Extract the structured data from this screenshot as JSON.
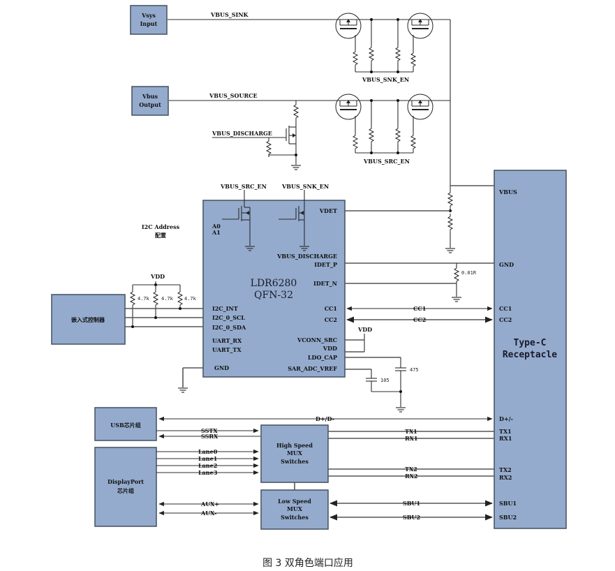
{
  "figure": {
    "caption": "图 3 双角色端口应用"
  },
  "blocks": {
    "vsys_input": [
      "Vsys",
      "Input"
    ],
    "vbus_output": [
      "Vbus",
      "Output"
    ],
    "chip": {
      "name": "LDR6280",
      "package": "QFN-32"
    },
    "controller": "嵌入式控制器",
    "usb_chipset": "USB芯片组",
    "dp_chipset": [
      "DisplayPort",
      "芯片组"
    ],
    "hs_mux": [
      "High Speed",
      "MUX",
      "Switches"
    ],
    "ls_mux": [
      "Low Speed",
      "MUX",
      "Switches"
    ],
    "typec": [
      "Type-C",
      "Receptacle"
    ]
  },
  "nets": {
    "vbus_sink": "VBUS_SINK",
    "vbus_source": "VBUS_SOURCE",
    "vbus_discharge": "VBUS_DISCHARGE",
    "vbus_snk_en": "VBUS_SNK_EN",
    "vbus_src_en": "VBUS_SRC_EN",
    "vdd": "VDD",
    "i2c_addr": [
      "I2C Address",
      "配置"
    ],
    "cc1": "CC1",
    "cc2": "CC2",
    "dpdm": "D+/D-",
    "sstx": "SSTX",
    "ssrx": "SSRX",
    "lanes": [
      "Lane0",
      "Lane1",
      "Lane2",
      "Lane3"
    ],
    "aux_p": "AUX+",
    "aux_n": "AUX-",
    "tx1": "TX1",
    "rx1": "RX1",
    "tx2": "TX2",
    "rx2": "RX2",
    "sbu1": "SBU1",
    "sbu2": "SBU2"
  },
  "chip_pins": {
    "left": [
      "A0",
      "A1",
      "I2C_INT",
      "I2C_0_SCL",
      "I2C_0_SDA",
      "UART_RX",
      "UART_TX",
      "GND"
    ],
    "right": [
      "VDET",
      "VBUS_DISCHARGE",
      "IDET_P",
      "IDET_N",
      "CC1",
      "CC2",
      "VCONN_SRC",
      "VDD",
      "LDO_CAP",
      "SAR_ADC_VREF"
    ],
    "top": [
      "VBUS_SRC_EN",
      "VBUS_SNK_EN"
    ]
  },
  "typec_pins": [
    "VBUS",
    "GND",
    "CC1",
    "CC2",
    "D+/-",
    "TX1",
    "RX1",
    "TX2",
    "RX2",
    "SBU1",
    "SBU2"
  ],
  "components": {
    "pullups": [
      "4.7k",
      "4.7k",
      "4.7k"
    ],
    "shunt": "0.01R",
    "cap1": "105",
    "cap2": "475"
  }
}
